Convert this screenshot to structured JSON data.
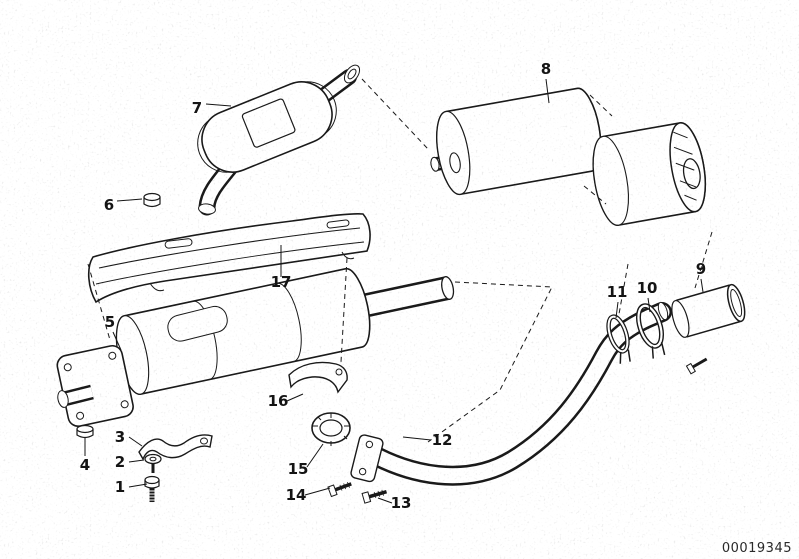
{
  "colors": {
    "ink": "#1a1a1a",
    "paper": "#ffffff"
  },
  "part_labels": {
    "p1": "1",
    "p2": "2",
    "p3": "3",
    "p4": "4",
    "p5": "5",
    "p6": "6",
    "p7": "7",
    "p8": "8",
    "p9": "9",
    "p10": "10",
    "p11": "11",
    "p12": "12",
    "p13": "13",
    "p14": "14",
    "p15": "15",
    "p16": "16",
    "p17": "17"
  },
  "drawing_number": "00019345"
}
